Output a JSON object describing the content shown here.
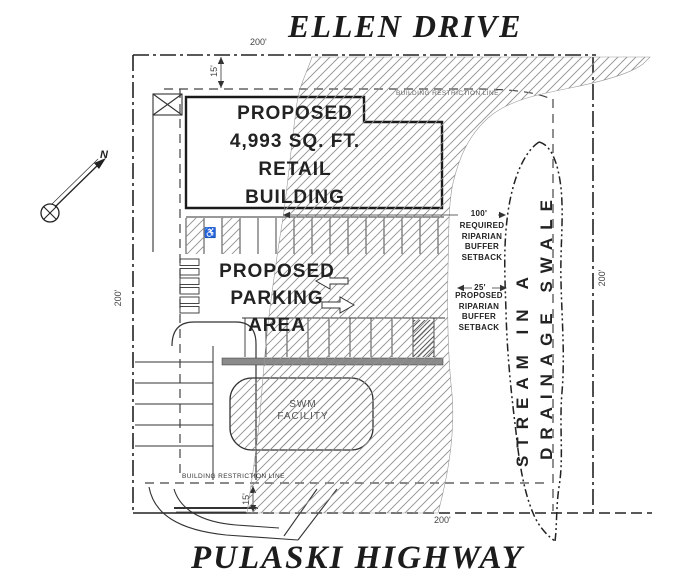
{
  "titles": {
    "ellen": "ELLEN DRIVE",
    "pulaski": "PULASKI HIGHWAY"
  },
  "building": {
    "lines": [
      "PROPOSED",
      "4,993 SQ. FT.",
      "RETAIL",
      "BUILDING"
    ]
  },
  "parking": {
    "lines": [
      "PROPOSED",
      "PARKING",
      "AREA"
    ]
  },
  "swm": {
    "lines": [
      "SWM",
      "FACILITY"
    ]
  },
  "stream": {
    "lines": [
      "STREAM IN A",
      "DRAINAGE SWALE"
    ]
  },
  "buffers": {
    "required": {
      "dim": "100'",
      "lines": [
        "REQUIRED",
        "RIPARIAN",
        "BUFFER",
        "SETBACK"
      ]
    },
    "proposed": {
      "dim": "25'",
      "lines": [
        "PROPOSED",
        "RIPARIAN",
        "BUFFER",
        "SETBACK"
      ]
    }
  },
  "restriction": {
    "top": "BUILDING RESTRICTION LINE",
    "bottom": "BUILDING RESTRICTION LINE"
  },
  "dims": {
    "top": "200'",
    "left": "200'",
    "right": "200'",
    "bottom": "200'",
    "setback_top": "15'",
    "setback_bottom": "15'"
  },
  "compass": {
    "north": "N"
  },
  "icons": {
    "handicap": "♿"
  },
  "colors": {
    "line": "#1a1a1a",
    "hatch": "#8f8f8f",
    "muted": "#555555",
    "text": "#111111"
  }
}
